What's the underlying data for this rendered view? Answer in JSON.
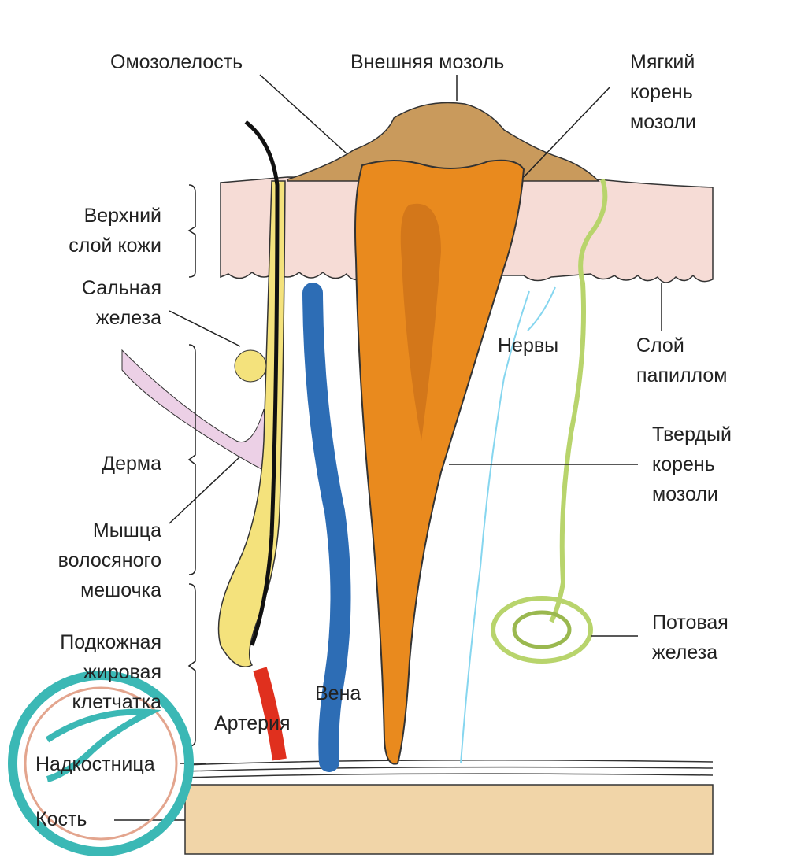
{
  "labels": {
    "callosity": "Омозолелость",
    "outer_callus": "Внешняя мозоль",
    "soft_root": "Мягкий\nкорень\nмозоли",
    "upper_skin": "Верхний\nслой кожи",
    "sebaceous_gland": "Сальная\nжелеза",
    "nerves": "Нервы",
    "papillary_layer": "Слой\nпапиллом",
    "dermis": "Дерма",
    "hard_root": "Твердый\nкорень\nмозоли",
    "hair_muscle": "Мышца\nволосяного\nмешочка",
    "sweat_gland": "Потовая\nжелеза",
    "subcutaneous_fat": "Подкожная\nжировая\nклетчатка",
    "vein": "Вена",
    "artery": "Артерия",
    "periosteum": "Надкостница",
    "bone": "Кость"
  },
  "colors": {
    "skin": "#f6dcd6",
    "callus": "#c99a5c",
    "root": "#e98a1e",
    "vein": "#2d6db5",
    "artery": "#e0301e",
    "hair": "#f4e27c",
    "nerve": "#86d6ef",
    "sweat": "#b8d46c",
    "bone": "#f1d5a8",
    "logo": "#3bb8b5"
  }
}
